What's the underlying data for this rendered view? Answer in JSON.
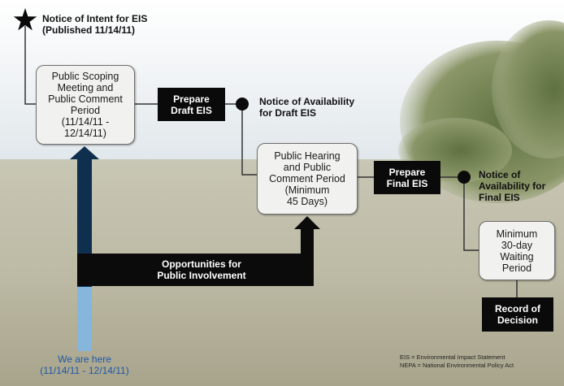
{
  "colors": {
    "box_fill": "#f1f1ef",
    "box_border": "#6f6f6f",
    "label_fill": "#0a0a0a",
    "arrow_navy": "#0f2f4f",
    "arrow_light_blue": "#86b6db",
    "here_text": "#1f58a8",
    "connector": "#333333"
  },
  "start_marker": {
    "icon": "star-icon",
    "label": "Notice of Intent for EIS\n(Published 11/14/11)"
  },
  "steps": {
    "scoping": "Public Scoping\nMeeting and\nPublic Comment\nPeriod\n(11/14/11 -\n12/14/11)",
    "prepare_draft": "Prepare\nDraft EIS",
    "notice_draft": "Notice of Availability\nfor Draft EIS",
    "hearing": "Public Hearing\nand Public\nComment Period\n(Minimum\n45 Days)",
    "prepare_final": "Prepare\nFinal EIS",
    "notice_final": "Notice of\nAvailability for\nFinal EIS",
    "waiting": "Minimum\n30-day\nWaiting\nPeriod",
    "record": "Record of\nDecision"
  },
  "involvement": "Opportunities for\nPublic Involvement",
  "here": "We are here\n(11/14/11 - 12/14/11)",
  "legend": {
    "eis": "EIS = Environmental Impact Statement",
    "nepa": "NEPA = National Environmental Policy Act"
  }
}
